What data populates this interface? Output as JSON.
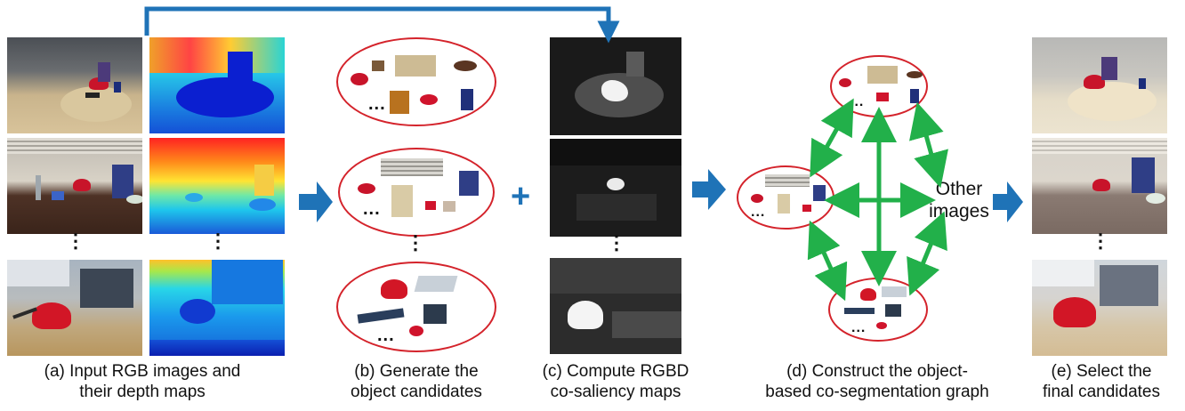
{
  "captions": {
    "a": [
      "(a) Input RGB images and",
      "their depth maps"
    ],
    "b": [
      "(b) Generate the",
      "object candidates"
    ],
    "c": [
      "(c) Compute RGBD",
      "co-saliency maps"
    ],
    "d": [
      "(d) Construct the object-",
      "based co-segmentation graph"
    ],
    "e": [
      "(e) Select the",
      "final candidates"
    ]
  },
  "graph": {
    "other_label": [
      "Other",
      "images"
    ]
  },
  "symbols": {
    "plus": "+",
    "ellipsis_vertical": "⋮",
    "ellipsis_horizontal": "..."
  },
  "colors": {
    "arrow_blue": "#1f73b7",
    "graph_green": "#22b04a",
    "ellipse_red": "#d4232b"
  }
}
